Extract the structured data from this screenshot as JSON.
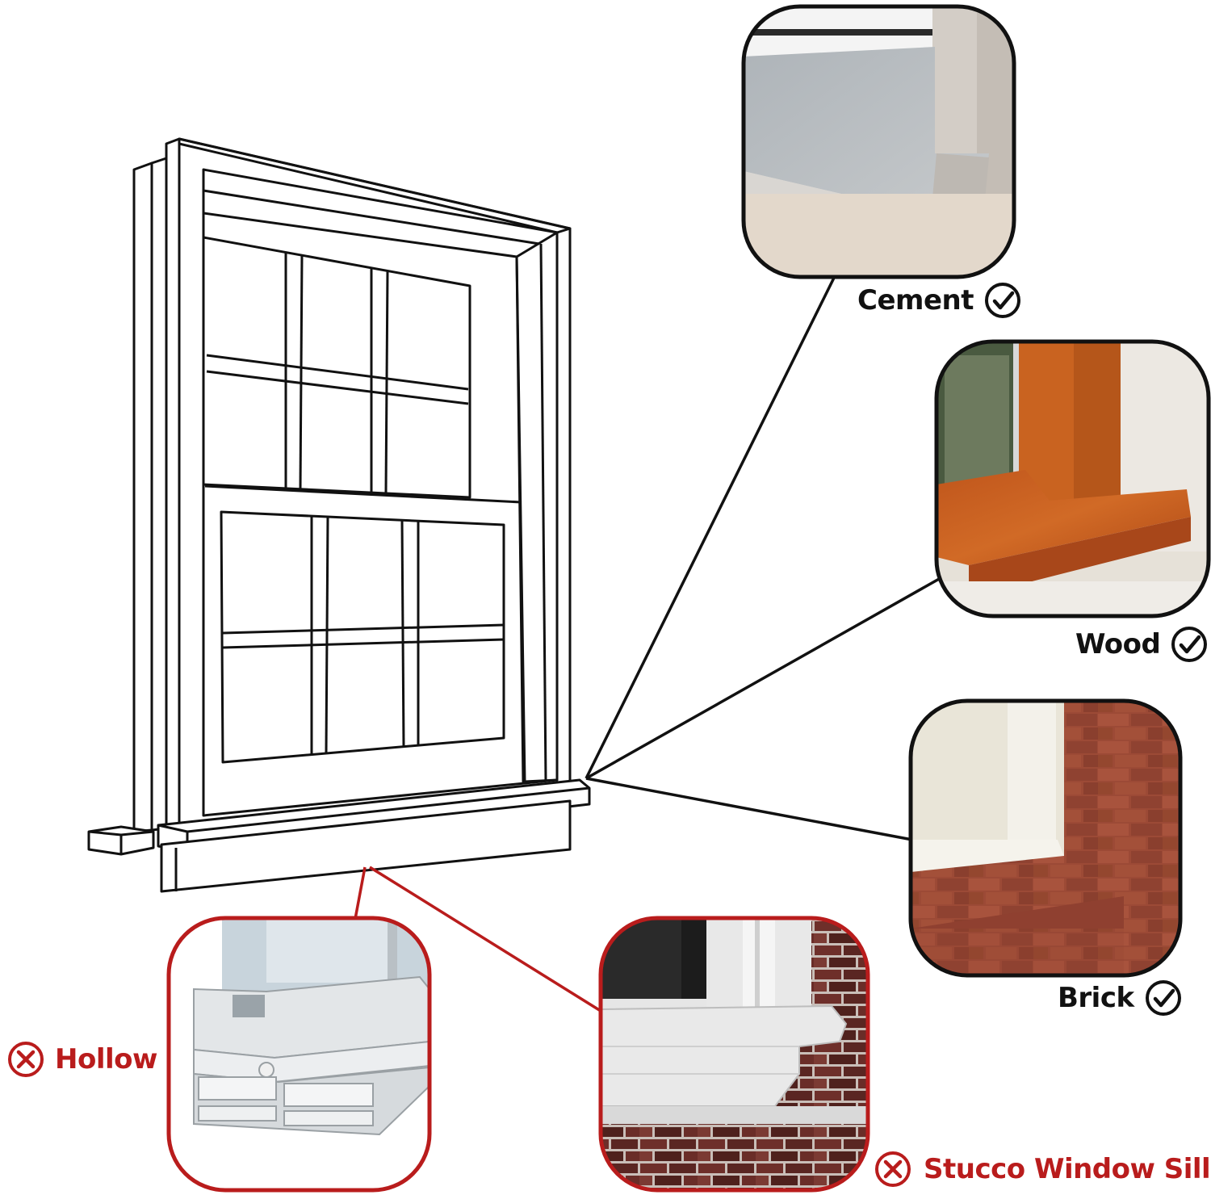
{
  "labels": {
    "cement": "Cement",
    "wood": "Wood",
    "brick": "Brick",
    "hollow": "Hollow",
    "stucco": "Stucco Window Sill"
  },
  "status": {
    "cement": "suitable",
    "wood": "suitable",
    "brick": "suitable",
    "hollow": "not-suitable",
    "stucco": "not-suitable"
  },
  "icons": {
    "suitable": "check-circle-icon",
    "not_suitable": "x-circle-icon"
  },
  "colors": {
    "line": "#111111",
    "accent_red": "#b91c1c",
    "check": "#111111"
  }
}
